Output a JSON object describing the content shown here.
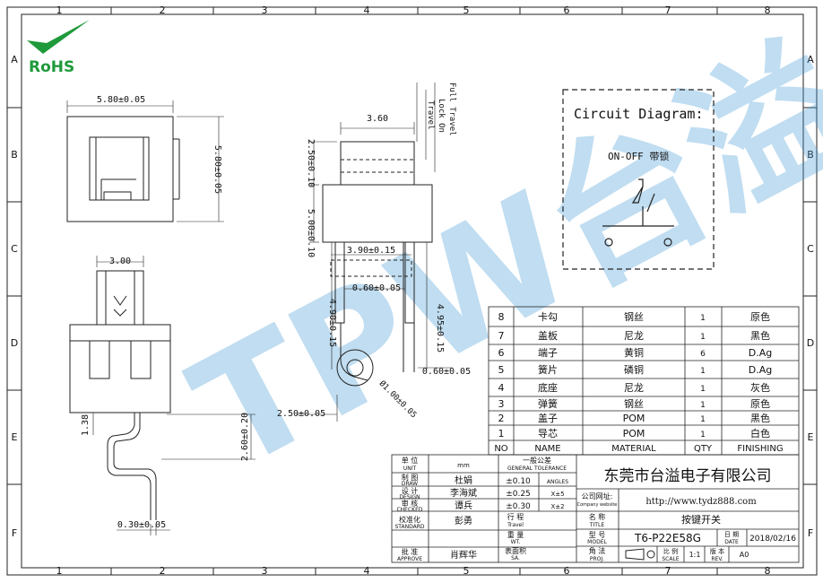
{
  "frame": {
    "columns": [
      "1",
      "2",
      "3",
      "4",
      "5",
      "6",
      "7",
      "8"
    ],
    "rows": [
      "A",
      "B",
      "C",
      "D",
      "E",
      "F"
    ]
  },
  "logo": {
    "text": "RoHS"
  },
  "watermark": {
    "text": "TPW台溢"
  },
  "dimensions": {
    "top_width": "5.80±0.05",
    "top_height": "5.80±0.05",
    "front_width": "3.00",
    "lower_height": "1.38",
    "lead_height": "2.60±0.20",
    "lead_width": "0.30±0.05",
    "actuator_width": "3.60",
    "actuator_height": "2.50±0.10",
    "body_height": "5.00±0.10",
    "pin_span": "3.90±0.15",
    "pin_width": "0.60±0.05",
    "pin_length_left": "4.90±0.15",
    "pin_length_right": "4.95±0.15",
    "pin_thickness": "0.60±0.05",
    "offset": "2.50±0.05",
    "hole_dia": "Ø1.00±0.05",
    "full_travel": "Full Travel",
    "lock_on": "Lock On",
    "travel": "Travel"
  },
  "circuit": {
    "title": "Circuit Diagram:",
    "mode": "ON-OFF 带锁"
  },
  "bom": {
    "rows": [
      {
        "no": "8",
        "name": "卡勾",
        "material": "钢丝",
        "qty": "1",
        "finishing": "原色"
      },
      {
        "no": "7",
        "name": "盖板",
        "material": "尼龙",
        "qty": "1",
        "finishing": "黑色"
      },
      {
        "no": "6",
        "name": "端子",
        "material": "黄铜",
        "qty": "6",
        "finishing": "D.Ag"
      },
      {
        "no": "5",
        "name": "簧片",
        "material": "磷铜",
        "qty": "1",
        "finishing": "D.Ag"
      },
      {
        "no": "4",
        "name": "底座",
        "material": "尼龙",
        "qty": "1",
        "finishing": "灰色"
      },
      {
        "no": "3",
        "name": "弹簧",
        "material": "钢丝",
        "qty": "1",
        "finishing": "原色"
      },
      {
        "no": "2",
        "name": "盖子",
        "material": "POM",
        "qty": "1",
        "finishing": "黑色"
      },
      {
        "no": "1",
        "name": "导芯",
        "material": "POM",
        "qty": "1",
        "finishing": "白色"
      }
    ],
    "header": {
      "no": "NO",
      "name": "NAME",
      "material": "MATERIAL",
      "qty": "QTY",
      "finishing": "FINISHING"
    }
  },
  "title_block": {
    "unit_cn": "单 位",
    "unit_en": "UNIT",
    "unit_val": "mm",
    "drawn_cn": "制 图",
    "drawn_en": "DRAW",
    "drawn_val": "杜娟",
    "design_cn": "设 计",
    "design_en": "DESIGN",
    "design_val": "李海斌",
    "checked_cn": "审 核",
    "checked_en": "CHECKED",
    "checked_val": "谭兵",
    "standard_cn": "校准化",
    "standard_en": "STANDARD",
    "standard_val": "彭勇",
    "approve_cn": "批 准",
    "approve_en": "APPROVE",
    "approve_val": "肖辉华",
    "tol_cn": "一般公差",
    "tol_en": "GENERAL TOLERANCE",
    "tol1": "±0.10",
    "tol2": "±0.25",
    "tol3": "±0.30",
    "angles": "ANGLES",
    "ang1": "X±5",
    "ang2": "X±2",
    "travel_cn": "行 程",
    "travel_en": "Travel",
    "weight_cn": "重 量",
    "weight_en": "WT.",
    "surface_cn": "表面积",
    "surface_en": "SA.",
    "company": "东莞市台溢电子有限公司",
    "website_cn": "公司网址:",
    "website_en": "Company website",
    "website_val": "http://www.tydz888.com",
    "title_cn": "名 称",
    "title_en": "TITLE",
    "title_val": "按键开关",
    "model_cn": "型 号",
    "model_en": "MODEL",
    "model_val": "T6-P22E58G",
    "date_cn": "日 期",
    "date_en": "DATE",
    "date_val": "2018/02/16",
    "proj_cn": "角 法",
    "proj_en": "PROJ.",
    "scale_cn": "比 例",
    "scale_en": "SCALE",
    "scale_val": "1:1",
    "rev_cn": "版 本",
    "rev_en": "REV.",
    "rev_val": "A0"
  }
}
